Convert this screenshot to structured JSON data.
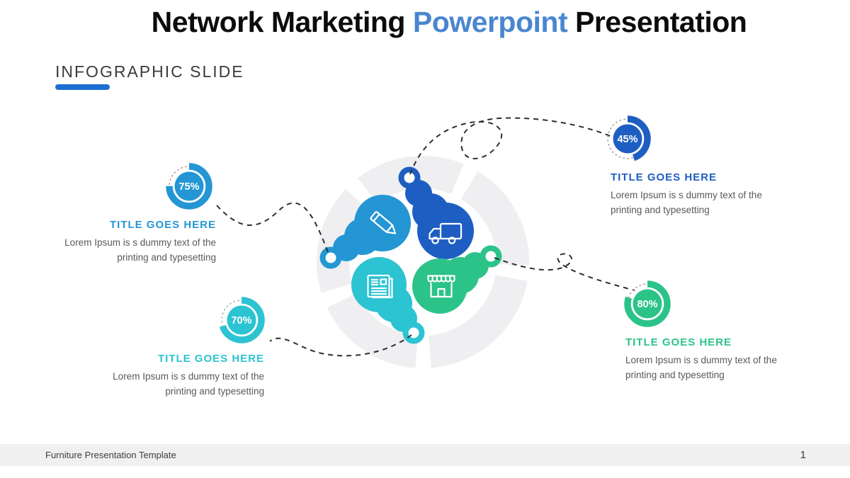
{
  "header": {
    "title_part1": "Network Marketing ",
    "title_highlight": "Powerpoint",
    "title_part2": " Presentation",
    "highlight_color": "#4a86d0",
    "section_label": "INFOGRAPHIC SLIDE",
    "underline_color": "#1c6fd2"
  },
  "items": [
    {
      "percent_label": "75%",
      "value": 75,
      "color": "#2496d4",
      "remainder_color": "#c7928a",
      "title": "TITLE GOES HERE",
      "desc1": "Lorem Ipsum is s dummy text of the",
      "desc2": "printing and typesetting",
      "icon": "pencil-icon"
    },
    {
      "percent_label": "45%",
      "value": 45,
      "color": "#1e5ec2",
      "remainder_color": "#9aa0a4",
      "title": "TITLE GOES HERE",
      "desc1": "Lorem Ipsum is s dummy text of the",
      "desc2": "printing and typesetting",
      "icon": "truck-icon"
    },
    {
      "percent_label": "70%",
      "value": 70,
      "color": "#2cc3d2",
      "remainder_color": "#9ab4b8",
      "title": "TITLE GOES HERE",
      "desc1": "Lorem Ipsum is s dummy text of the",
      "desc2": "printing and typesetting",
      "icon": "newspaper-icon"
    },
    {
      "percent_label": "80%",
      "value": 80,
      "color": "#2cc389",
      "remainder_color": "#c7928a",
      "title": "TITLE GOES HERE",
      "desc1": "Lorem Ipsum is s dummy text of the",
      "desc2": "printing and typesetting",
      "icon": "store-icon"
    }
  ],
  "footer": {
    "left_text": "Furniture Presentation Template",
    "page_number": "1"
  }
}
